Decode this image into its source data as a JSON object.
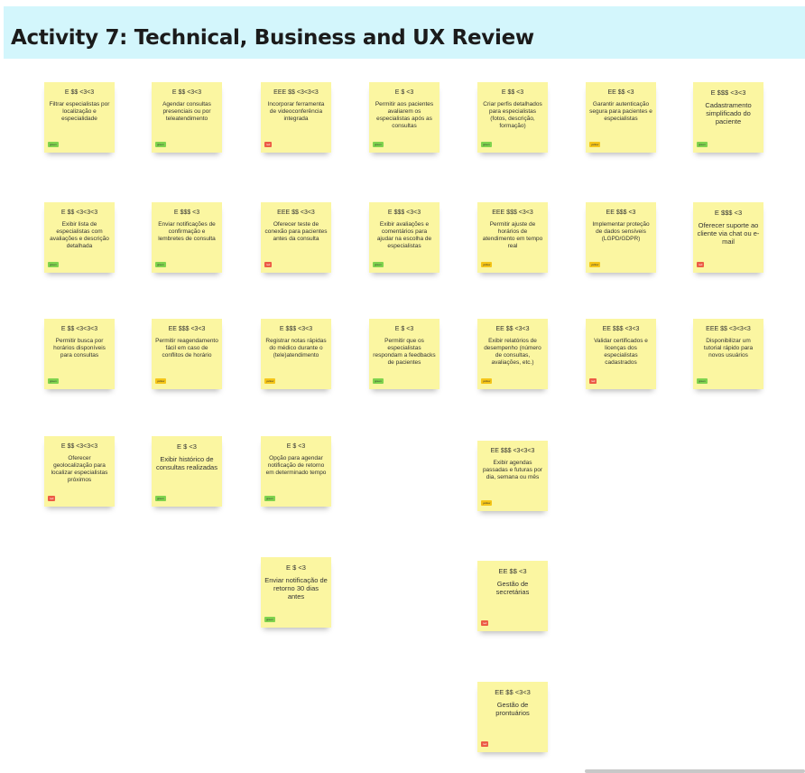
{
  "header": {
    "title": "Activity 7: Technical, Business and UX Review"
  },
  "notes": [
    {
      "head": "E $$ <3<3",
      "body": "Filtrar especialistas por localização e especialidade",
      "tag": "green"
    },
    {
      "head": "E $$ <3<3",
      "body": "Agendar consultas presenciais ou por teleatendimento",
      "tag": "green"
    },
    {
      "head": "EEE $$ <3<3<3",
      "body": "Incorporar ferramenta de videoconferência integrada",
      "tag": "red"
    },
    {
      "head": "E $ <3",
      "body": "Permitir aos pacientes avaliarem os especialistas após as consultas",
      "tag": "green"
    },
    {
      "head": "E $$ <3",
      "body": "Criar perfis detalhados para especialistas (fotos, descrição, formação)",
      "tag": "green"
    },
    {
      "head": "EE $$ <3",
      "body": "Garantir autenticação segura para pacientes e especialistas",
      "tag": "yellow"
    },
    {
      "head": "E $$$ <3<3",
      "body": "Cadastramento simplificado do paciente",
      "tag": "green"
    },
    {
      "head": "E $$ <3<3<3",
      "body": "Exibir lista de especialistas com avaliações e descrição detalhada",
      "tag": "green"
    },
    {
      "head": "E $$$ <3",
      "body": "Enviar notificações de confirmação e lembretes de consulta",
      "tag": "green"
    },
    {
      "head": "EEE $$ <3<3",
      "body": "Oferecer teste de conexão para pacientes antes da consulta",
      "tag": "red"
    },
    {
      "head": "E $$$ <3<3",
      "body": "Exibir avaliações e comentários para ajudar na escolha de especialistas",
      "tag": "green"
    },
    {
      "head": "EEE $$$ <3<3",
      "body": "Permitir ajuste de horários de atendimento em tempo real",
      "tag": "yellow"
    },
    {
      "head": "EE $$$ <3",
      "body": "Implementar proteção de dados sensíveis (LGPD/GDPR)",
      "tag": "yellow"
    },
    {
      "head": "E $$$ <3",
      "body": "Oferecer suporte ao cliente via chat ou e-mail",
      "tag": "red"
    },
    {
      "head": "E $$ <3<3<3",
      "body": "Permitir busca por horários disponíveis para consultas",
      "tag": "green"
    },
    {
      "head": "EE $$$ <3<3",
      "body": "Permitir reagendamento fácil em caso de conflitos de horário",
      "tag": "yellow"
    },
    {
      "head": "E $$$ <3<3",
      "body": "Registrar notas rápidas do médico durante o (tele)atendimento",
      "tag": "yellow"
    },
    {
      "head": "E $ <3",
      "body": "Permitir que os especialistas respondam a feedbacks de pacientes",
      "tag": "green"
    },
    {
      "head": "EE $$ <3<3",
      "body": "Exibir relatórios de desempenho (número de consultas, avaliações, etc.)",
      "tag": "yellow"
    },
    {
      "head": "EE $$$ <3<3",
      "body": "Validar certificados e licenças dos especialistas cadastrados",
      "tag": "red"
    },
    {
      "head": "EEE $$ <3<3<3",
      "body": "Disponibilizar um tutorial rápido para novos usuários",
      "tag": "green"
    },
    {
      "head": "E $$ <3<3<3",
      "body": "Oferecer geolocalização para localizar especialistas próximos",
      "tag": "red"
    },
    {
      "head": "E $ <3",
      "body": "Exibir histórico de consultas realizadas",
      "tag": "green"
    },
    {
      "head": "E $ <3",
      "body": "Opção para agendar notificação de retorno em determinado tempo",
      "tag": "green"
    },
    {
      "head": "EE $$$ <3<3<3",
      "body": "Exibir agendas passadas e futuras por dia, semana ou mês",
      "tag": "yellow"
    },
    {
      "head": "E $ <3",
      "body": "Enviar notificação de retorno 30 dias antes",
      "tag": "green"
    },
    {
      "head": "EE $$ <3",
      "body": "Gestão de secretárias",
      "tag": "red"
    },
    {
      "head": "EE $$ <3<3",
      "body": "Gestão de prontuários",
      "tag": "red"
    }
  ],
  "tags": {
    "green": "green",
    "yellow": "yellow",
    "red": "red"
  }
}
